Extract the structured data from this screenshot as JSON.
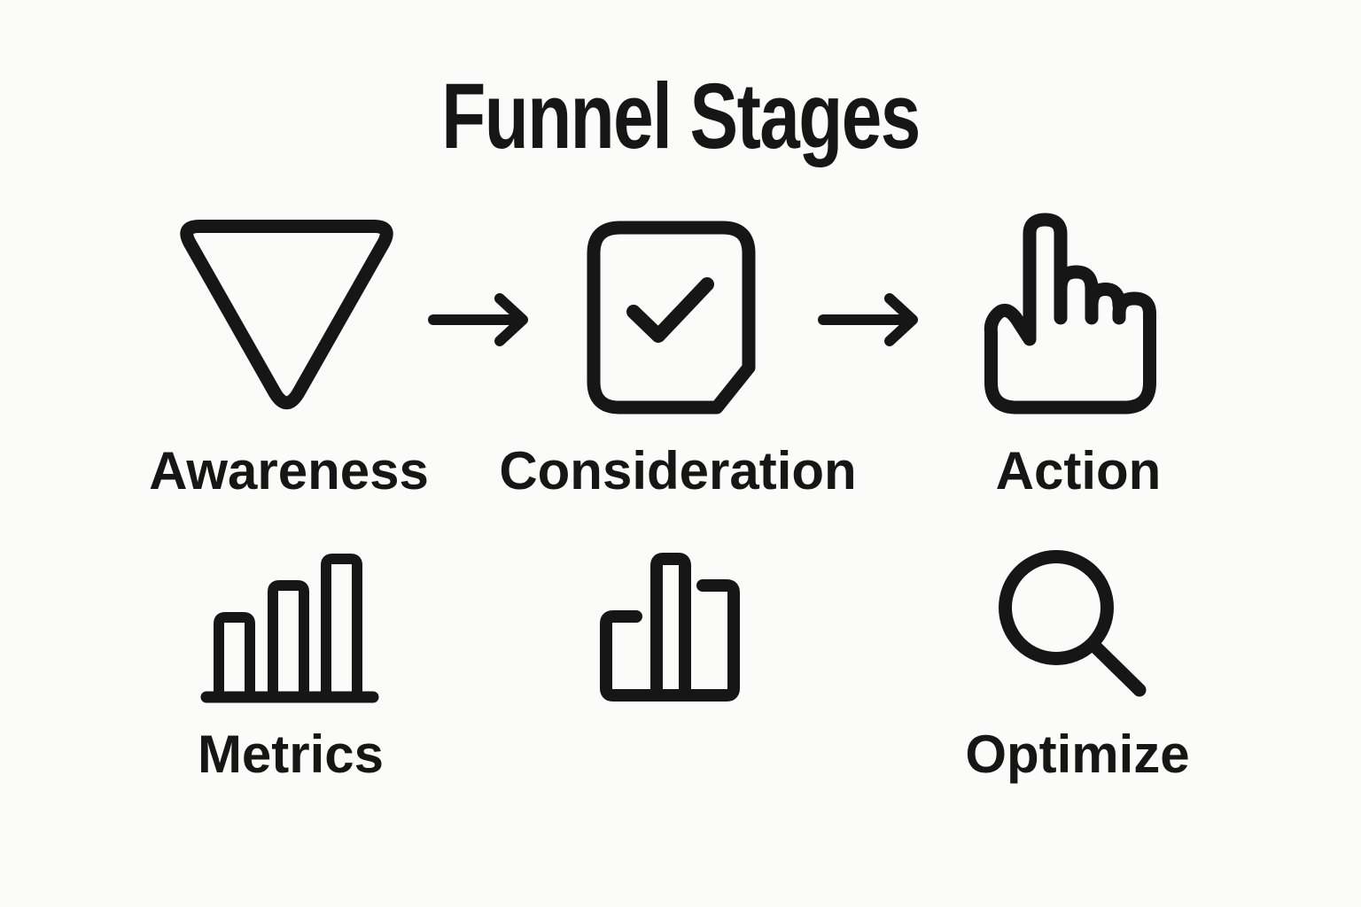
{
  "title": "Funnel Stages",
  "colors": {
    "background": "#fbfbfa",
    "ink": "#161616"
  },
  "funnel_stages": [
    {
      "label": "Awareness",
      "icon": "funnel-icon"
    },
    {
      "label": "Consideration",
      "icon": "document-check-icon"
    },
    {
      "label": "Action",
      "icon": "tap-hand-icon"
    }
  ],
  "connector": {
    "type": "arrow-right"
  },
  "bottom_items": [
    {
      "label": "Metrics",
      "icon": "bar-chart-ascending-icon"
    },
    {
      "label": "",
      "icon": "bar-chart-grouped-icon"
    },
    {
      "label": "Optimize",
      "icon": "magnifying-glass-icon"
    }
  ]
}
